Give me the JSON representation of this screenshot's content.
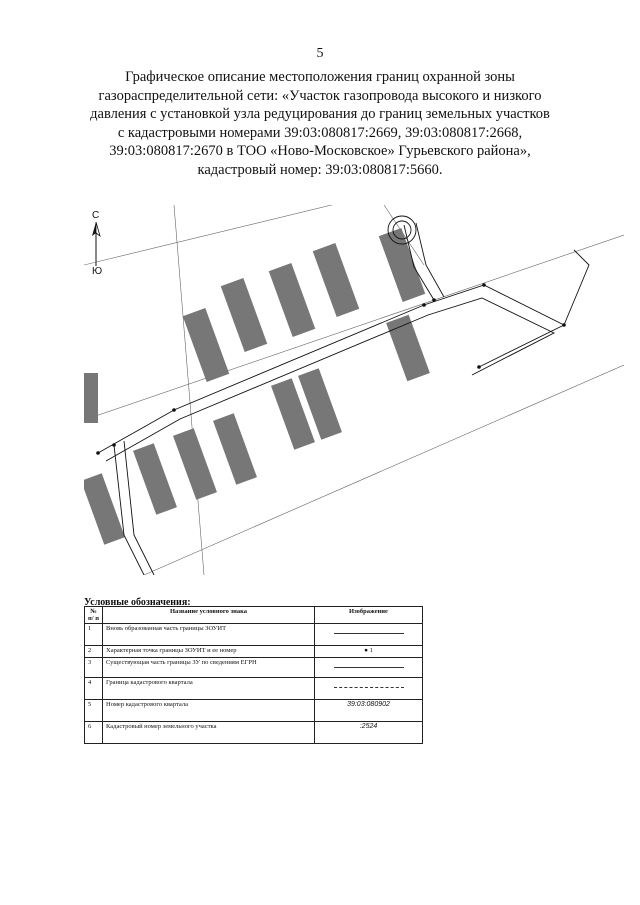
{
  "page_number": "5",
  "title_lines": [
    "Графическое описание местоположения границ охранной зоны",
    "газораспределительной сети: «Участок газопровода высокого и низкого",
    "давления с установкой узла редуцирования до границ земельных участков",
    "с кадастровыми номерами 39:03:080817:2669, 39:03:080817:2668,",
    "39:03:080817:2670 в ТОО «Ново-Московское» Гурьевского района»,",
    "кадастровый номер: 39:03:080817:5660."
  ],
  "compass": {
    "north": "С",
    "south": "Ю"
  },
  "legend": {
    "title": "Условные обозначения:",
    "headers": {
      "num": "№ п/ п",
      "name": "Название условного знака",
      "image": "Изображение"
    },
    "rows": [
      {
        "num": "1",
        "name": "Вновь образованная часть границы ЗОУИТ",
        "image_type": "solid-line",
        "image_text": ""
      },
      {
        "num": "2",
        "name": "Характерная точка границы ЗОУИТ и ее номер",
        "image_type": "point",
        "image_text": "1"
      },
      {
        "num": "3",
        "name": "Существующая часть границы ЗУ по сведениям ЕГРН",
        "image_type": "solid-line",
        "image_text": ""
      },
      {
        "num": "4",
        "name": "Граница кадастрового квартала",
        "image_type": "dashed-line",
        "image_text": ""
      },
      {
        "num": "5",
        "name": "Номер кадастрового квартала",
        "image_type": "text",
        "image_text": "39:03:080902"
      },
      {
        "num": "6",
        "name": "Кадастровый номер земельного участка",
        "image_type": "text",
        "image_text": ":2524"
      }
    ]
  }
}
